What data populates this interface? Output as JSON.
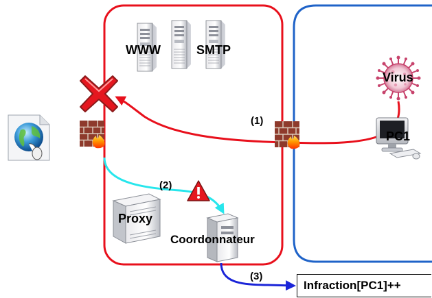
{
  "labels": {
    "www": "WWW",
    "smtp": "SMTP",
    "virus": "Virus",
    "pc1": "PC1",
    "proxy": "Proxy",
    "coordonnateur": "Coordonnateur",
    "step1": "(1)",
    "step2": "(2)",
    "step3": "(3)",
    "infraction": "Infraction[PC1]++"
  },
  "icons": [
    "globe-document-icon",
    "blocked-x-icon",
    "firewall-left-icon",
    "firewall-center-icon",
    "server-www-icon",
    "server-smtp-icon",
    "server-third-icon",
    "virus-icon",
    "pc1-computer-icon",
    "proxy-server-icon",
    "warning-icon",
    "coordonnateur-server-icon"
  ],
  "colors": {
    "dmz_zone": "#e8101c",
    "lan_zone": "#1f63c8",
    "attack_path": "#e8101c",
    "proxy_path": "#27e6ec",
    "report_path": "#1a24d8"
  }
}
